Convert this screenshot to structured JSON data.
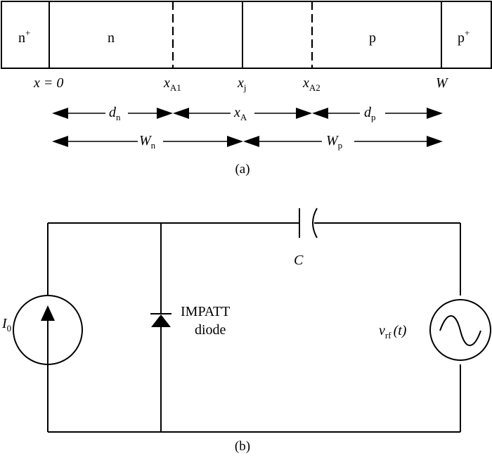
{
  "part_a": {
    "regions": {
      "n_plus": "n",
      "n_plus_sup": "+",
      "n": "n",
      "p": "p",
      "p_plus": "p",
      "p_plus_sup": "+"
    },
    "positions": {
      "x0": "x = 0",
      "xA1_main": "x",
      "xA1_sub": "A1",
      "xj_main": "x",
      "xj_sub": "j",
      "xA2_main": "x",
      "xA2_sub": "A2",
      "W": "W"
    },
    "dimensions": {
      "dn_main": "d",
      "dn_sub": "n",
      "xA_main": "x",
      "xA_sub": "A",
      "dp_main": "d",
      "dp_sub": "p",
      "Wn_main": "W",
      "Wn_sub": "n",
      "Wp_main": "W",
      "Wp_sub": "p"
    },
    "caption": "(a)"
  },
  "part_b": {
    "current_source_main": "I",
    "current_source_sub": "0",
    "diode_label_line1": "IMPATT",
    "diode_label_line2": "diode",
    "capacitor_label": "C",
    "rf_source_main": "v",
    "rf_source_sub": "rf",
    "rf_source_arg": "(t)",
    "caption": "(b)"
  }
}
